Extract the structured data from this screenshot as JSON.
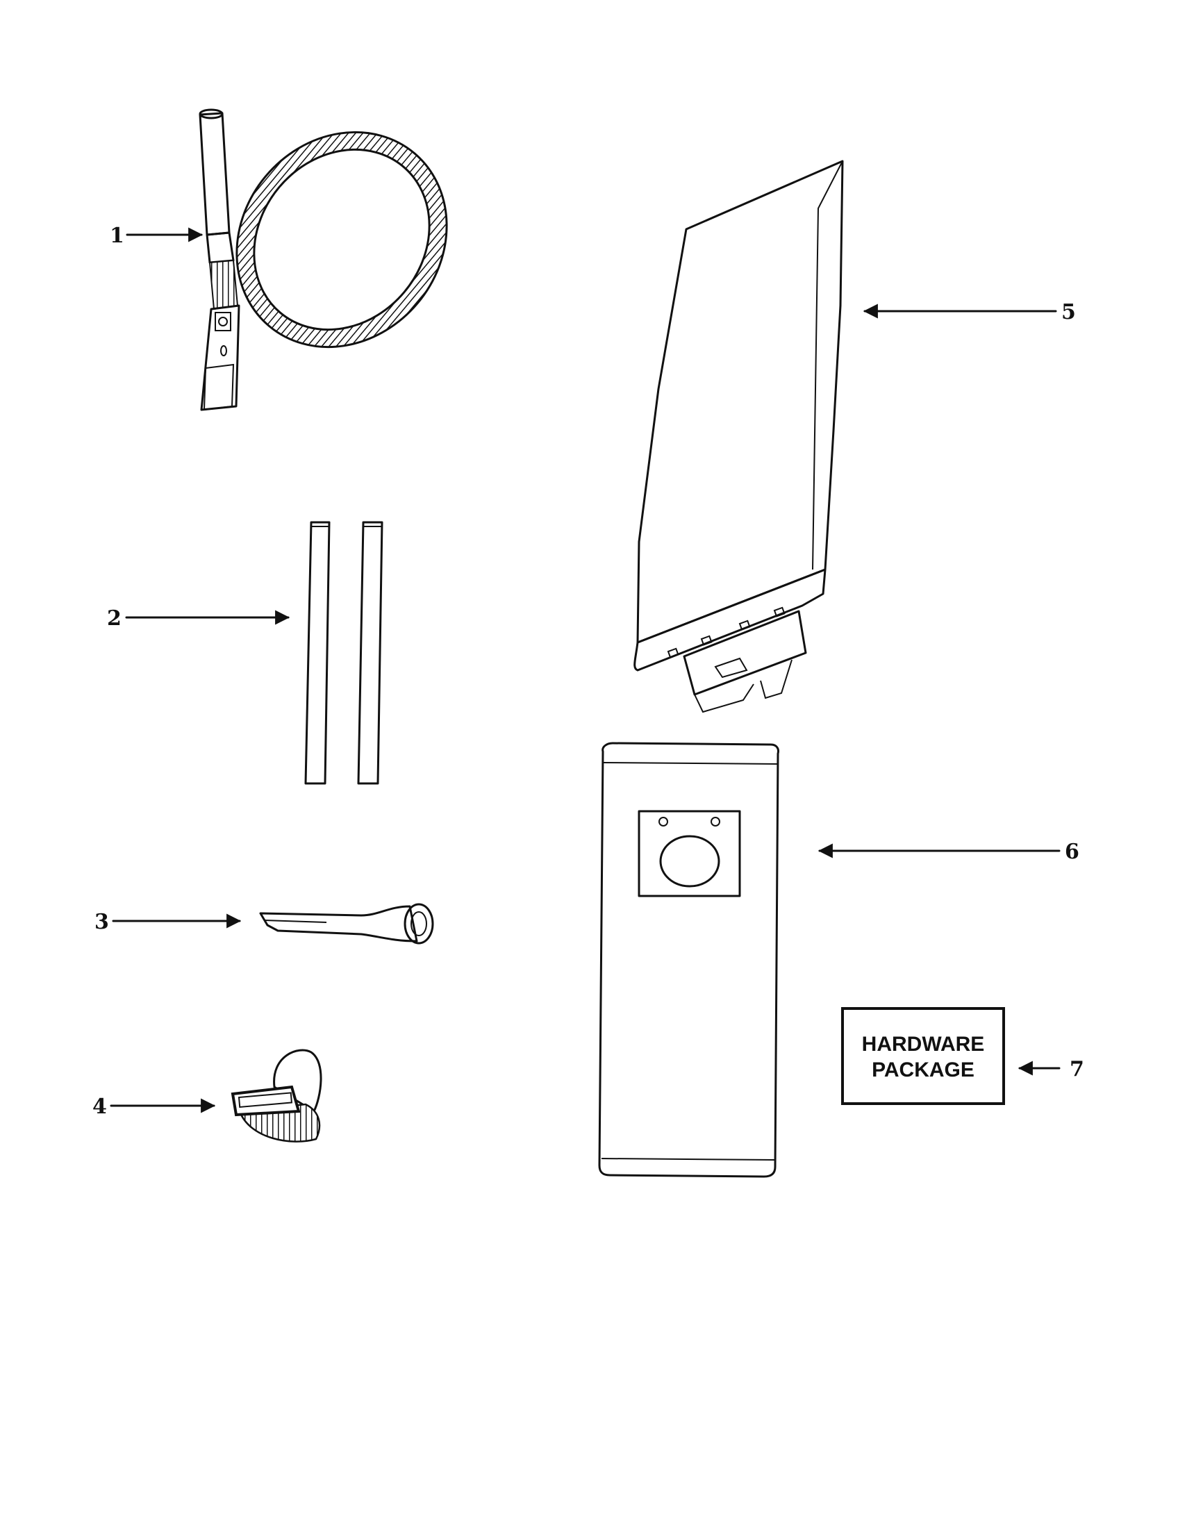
{
  "diagram": {
    "callouts": [
      {
        "id": 1,
        "label": "1"
      },
      {
        "id": 2,
        "label": "2"
      },
      {
        "id": 3,
        "label": "3"
      },
      {
        "id": 4,
        "label": "4"
      },
      {
        "id": 5,
        "label": "5"
      },
      {
        "id": 6,
        "label": "6"
      },
      {
        "id": 7,
        "label": "7"
      }
    ],
    "hardware_package": {
      "line1": "HARDWARE",
      "line2": "PACKAGE"
    }
  }
}
